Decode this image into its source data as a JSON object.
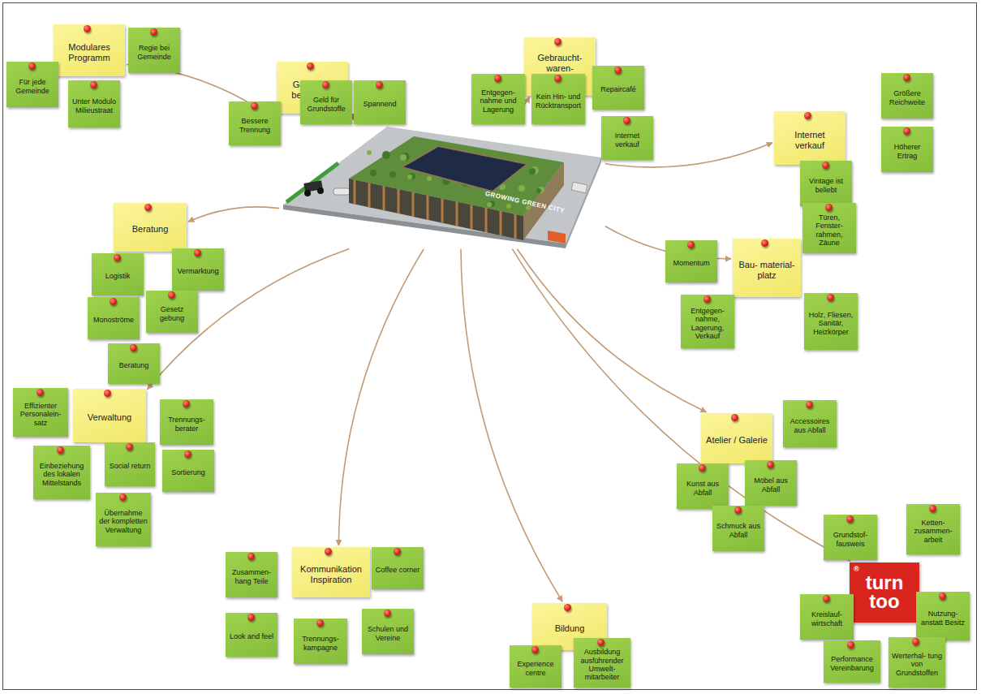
{
  "diagram": {
    "nodes": [
      {
        "text": [
          "Modulares Programm"
        ]
      },
      {
        "text": [
          "Für jede Gemeinde"
        ]
      },
      {
        "text": [
          "Unter Modulo Milieustraat"
        ]
      },
      {
        "text": [
          "Regie bei Gemeinde"
        ]
      },
      {
        "text": [
          "Grunstoff- belohnung"
        ]
      },
      {
        "text": [
          "Bessere Trennung"
        ]
      },
      {
        "text": [
          "Geld für Grundstoffe"
        ]
      },
      {
        "text": [
          "Spannend"
        ]
      },
      {
        "text": [
          "Gebraucht- waren- geschäft"
        ]
      },
      {
        "text": [
          "Entgegen- nahme und Lagerung"
        ]
      },
      {
        "text": [
          "Kein Hin- und Rücktransport"
        ]
      },
      {
        "text": [
          "Repaircafé"
        ]
      },
      {
        "text": [
          "Internet verkauf"
        ]
      },
      {
        "text": [
          "Internet verkauf"
        ]
      },
      {
        "text": [
          "Größere Reichweite"
        ]
      },
      {
        "text": [
          "Vintage ist beliebt"
        ]
      },
      {
        "text": [
          "Höherer Ertrag"
        ]
      },
      {
        "text": [
          "Beratung"
        ]
      },
      {
        "text": [
          "Logistik"
        ]
      },
      {
        "text": [
          "Vermarktung"
        ]
      },
      {
        "text": [
          "Monoströme"
        ]
      },
      {
        "text": [
          "Gesetz gebung"
        ]
      },
      {
        "text": [
          "Bau- material- platz"
        ]
      },
      {
        "text": [
          "Momentum"
        ]
      },
      {
        "text": [
          "Türen, Fenster- rahmen, Zäune"
        ]
      },
      {
        "text": [
          "Entgegen- nahme, Lagerung, Verkauf"
        ]
      },
      {
        "text": [
          "Holz, Fliesen, Sanitär, Heizkörper"
        ]
      },
      {
        "text": [
          "GROWING GREEN CITY"
        ]
      },
      {
        "text": [
          "Verwaltung"
        ]
      },
      {
        "text": [
          "Beratung"
        ]
      },
      {
        "text": [
          "Effizienter Personalein- satz"
        ]
      },
      {
        "text": [
          "Trennungs- berater"
        ]
      },
      {
        "text": [
          "Einbeziehung des lokalen Mittelstands"
        ]
      },
      {
        "text": [
          "Social return"
        ]
      },
      {
        "text": [
          "Sortierung"
        ]
      },
      {
        "text": [
          "Übernahme der kompletten Verwaltung"
        ]
      },
      {
        "text": [
          "Atelier / Galerie"
        ]
      },
      {
        "text": [
          "Accessoires aus Abfall"
        ]
      },
      {
        "text": [
          "Kunst aus Abfall"
        ]
      },
      {
        "text": [
          "Möbel aus Abfall"
        ]
      },
      {
        "text": [
          "Schmuck aus Abfall"
        ]
      },
      {
        "text": [
          "Kommunikation Inspiration"
        ]
      },
      {
        "text": [
          "Zusammen- hang Teile"
        ]
      },
      {
        "text": [
          "Coffee corner"
        ]
      },
      {
        "text": [
          "Look and feel"
        ]
      },
      {
        "text": [
          "Trennungs- kampagne"
        ]
      },
      {
        "text": [
          "Schulen und Vereine"
        ]
      },
      {
        "text": [
          "Bildung"
        ]
      },
      {
        "text": [
          "Experience centre"
        ]
      },
      {
        "text": [
          "Ausbildung ausführender Umwelt- mitarbeiter"
        ]
      },
      {
        "text": [
          "turn too"
        ]
      },
      {
        "text": [
          "Grundstof- fausweis"
        ]
      },
      {
        "text": [
          "Ketten- zusammen- arbeit"
        ]
      },
      {
        "text": [
          "Kreislauf- wirtschaft"
        ]
      },
      {
        "text": [
          "Nutzung- anstatt Besitz"
        ]
      },
      {
        "text": [
          "Performance Vereinbarung"
        ]
      },
      {
        "text": [
          "Werterhal- tung von Grundstoffen"
        ]
      }
    ],
    "edges": [
      {
        "from": 27,
        "to": 0,
        "arrow": "none"
      },
      {
        "from": 27,
        "to": 4,
        "arrow": "to"
      },
      {
        "from": 27,
        "to": 8,
        "arrow": "to"
      },
      {
        "from": 27,
        "to": 13,
        "arrow": "to"
      },
      {
        "from": 27,
        "to": 17,
        "arrow": "to"
      },
      {
        "from": 27,
        "to": 22,
        "arrow": "to"
      },
      {
        "from": 27,
        "to": 28,
        "arrow": "to"
      },
      {
        "from": 27,
        "to": 36,
        "arrow": "to"
      },
      {
        "from": 27,
        "to": 41,
        "arrow": "to"
      },
      {
        "from": 27,
        "to": 47,
        "arrow": "to"
      },
      {
        "from": 27,
        "to": 50,
        "arrow": "none"
      }
    ],
    "labels": [
      "®"
    ]
  }
}
